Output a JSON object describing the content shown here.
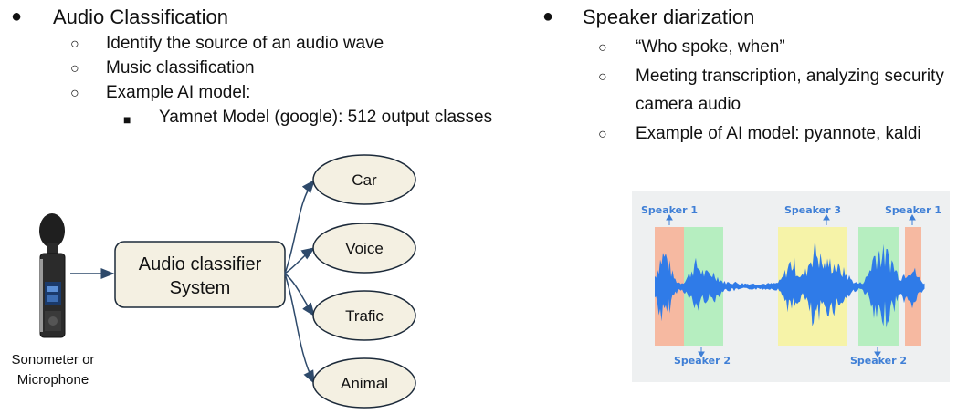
{
  "left_column": {
    "heading": "Audio Classification",
    "items": [
      "Identify the source of an audio wave",
      "Music classification",
      "Example AI model:"
    ],
    "subitem": "Yamnet Model (google): 512 output classes"
  },
  "right_column": {
    "heading": "Speaker diarization",
    "items": [
      "“Who spoke, when”",
      "Meeting transcription, analyzing security",
      "camera audio",
      "Example of AI model: pyannote, kaldi"
    ]
  },
  "diagram": {
    "device_caption_line1": "Sonometer or",
    "device_caption_line2": "Microphone",
    "classifier_line1": "Audio classifier",
    "classifier_line2": "System",
    "outputs": [
      "Car",
      "Voice",
      "Trafic",
      "Animal"
    ],
    "colors": {
      "box_fill": "#f4f0e2",
      "box_stroke": "#1c2a3a",
      "arrow": "#2e4a6b"
    }
  },
  "diarization_figure": {
    "top_labels": [
      "Speaker 1",
      "Speaker 3",
      "Speaker 1"
    ],
    "bottom_labels": [
      "Speaker 2",
      "Speaker 2"
    ],
    "colors": {
      "label": "#3f7fd6",
      "wave": "#2f7be8",
      "speaker1": "#f6b9a1",
      "speaker2": "#b6eec0",
      "speaker3": "#f6f3a8",
      "panel": "#eef0f1"
    }
  }
}
